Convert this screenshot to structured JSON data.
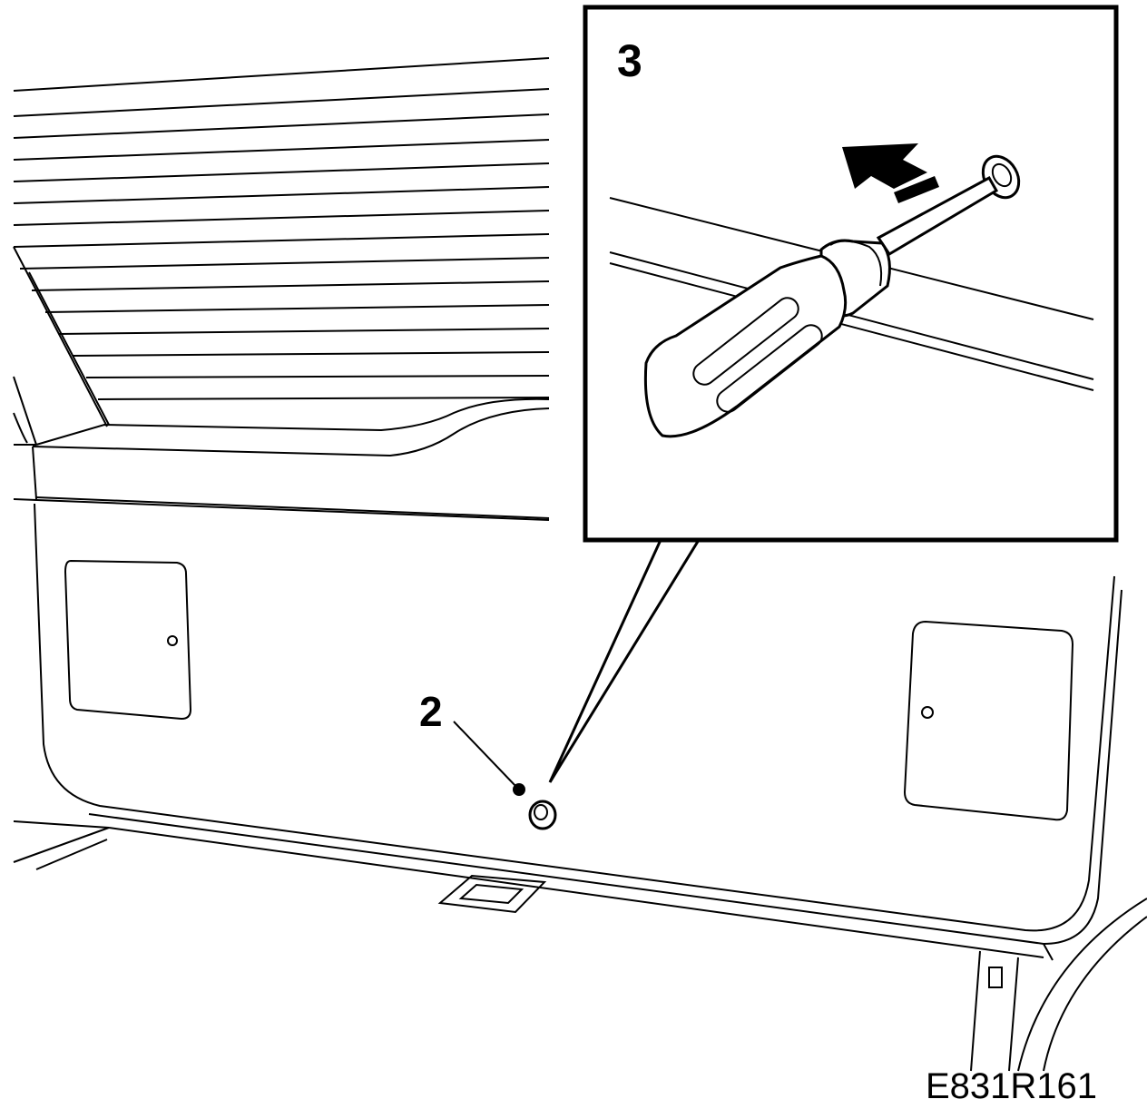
{
  "diagram": {
    "callout_inset": "3",
    "callout_part": "2",
    "figure_code": "E831R161"
  },
  "colors": {
    "ink": "#000000",
    "paper": "#ffffff"
  },
  "icons": [
    "screwdriver-icon",
    "direction-arrow-icon",
    "push-clip-icon"
  ]
}
